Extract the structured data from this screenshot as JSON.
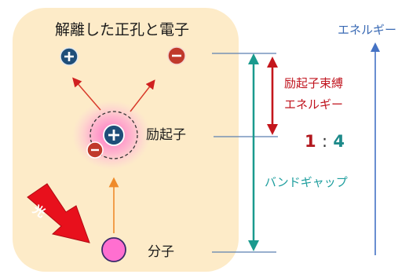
{
  "title": "解離した正孔と電子",
  "energy_axis_label": "エネルギー",
  "binding_energy": {
    "line1": "励起子束縛",
    "line2": "エネルギー"
  },
  "ratio": {
    "left": "1",
    "separator": ":",
    "right": "4"
  },
  "exciton_label": "励起子",
  "bandgap_label": "バンドギャップ",
  "molecule_label": "分子",
  "light_label": "光",
  "colors": {
    "panel_fill": "#fdebc8",
    "hole_fill": "#1f4e79",
    "electron_fill": "#c0392b",
    "molecule_fill": "#ff6fd0",
    "exciton_glow": "#ff7fc8",
    "bandgap_arrow": "#1a9a8e",
    "binding_arrow": "#c4161c",
    "energy_axis": "#4472c4",
    "light_arrow": "#e8101c"
  }
}
